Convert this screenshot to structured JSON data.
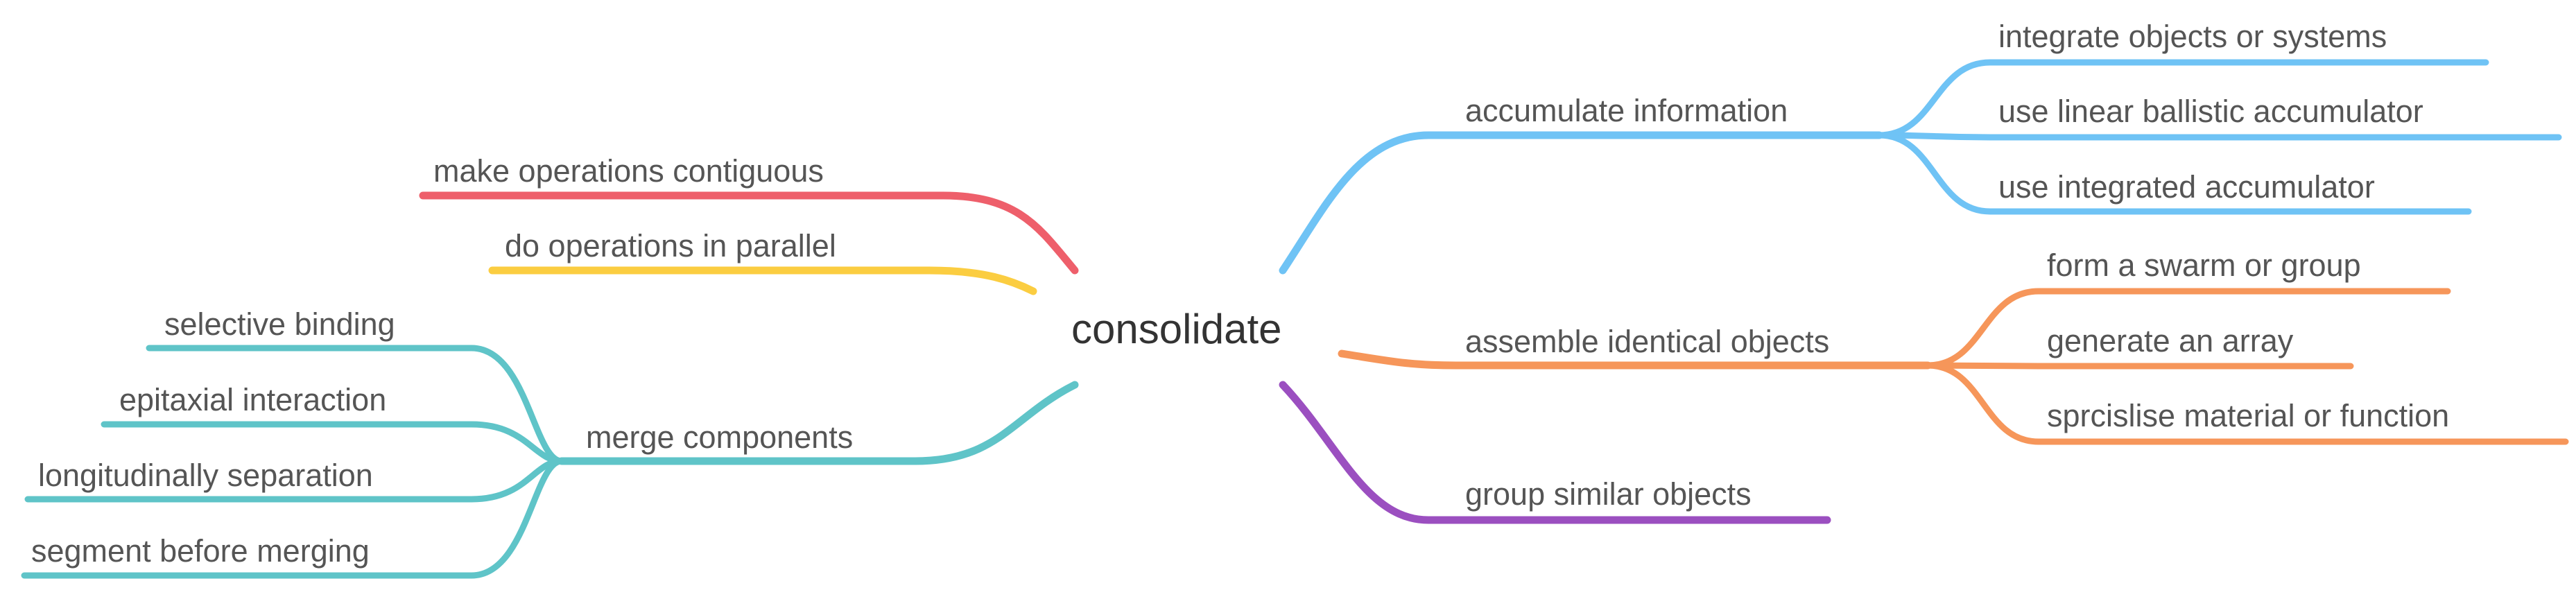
{
  "central_topic": "consolidate",
  "colors": {
    "red": "#ee5f6b",
    "yellow": "#fbcd41",
    "teal": "#5fc4c8",
    "blue": "#6fc3f5",
    "orange": "#f6965a",
    "purple": "#9b4fc0"
  },
  "branches": {
    "make_contiguous": {
      "label": "make operations contiguous"
    },
    "do_parallel": {
      "label": "do operations in parallel"
    },
    "merge_components": {
      "label": "merge components",
      "children": [
        "selective binding",
        "epitaxial interaction",
        "longitudinally separation",
        "segment before merging"
      ]
    },
    "accumulate_information": {
      "label": "accumulate information",
      "children": [
        "integrate objects or systems",
        "use linear ballistic accumulator",
        "use integrated accumulator"
      ]
    },
    "assemble_identical_objects": {
      "label": "assemble identical objects",
      "children": [
        "form a swarm or group",
        "generate an array",
        "sprcislise material or function"
      ]
    },
    "group_similar_objects": {
      "label": "group similar objects"
    }
  }
}
